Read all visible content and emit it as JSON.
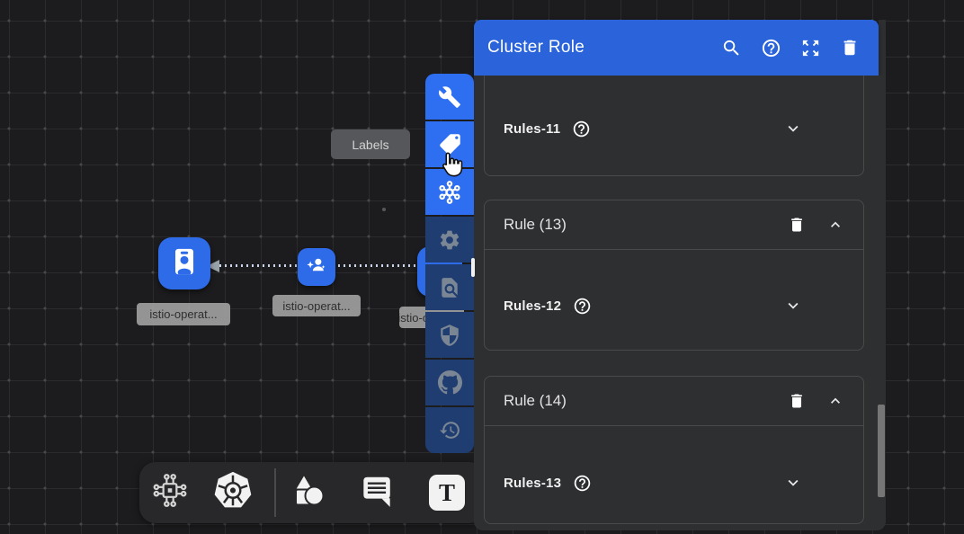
{
  "colors": {
    "header_blue": "#2a63da",
    "toolbar_blue": "#2e6ef0",
    "toolbar_navy": "#1f3d70",
    "node_blue": "#2d6be8",
    "panel_bg": "#2e2f31",
    "canvas_bg": "#1c1c1e"
  },
  "panel": {
    "title": "Cluster Role",
    "header_icons": [
      "search",
      "help",
      "expand",
      "delete"
    ],
    "rows": {
      "rules11": {
        "label": "Rules-11"
      },
      "rule13": {
        "label": "Rule (13)"
      },
      "rules12": {
        "label": "Rules-12"
      },
      "rule14": {
        "label": "Rule (14)"
      },
      "rules13": {
        "label": "Rules-13"
      }
    }
  },
  "tooltip": {
    "text": "Labels"
  },
  "canvas_nodes": {
    "node1_label": "istio-operat...",
    "node2_label": "istio-operat...",
    "node3_label": "istio-operat..."
  },
  "vertical_toolbar": {
    "items": [
      "wrench",
      "labels-tag",
      "hub",
      "settings",
      "doc-search",
      "shield",
      "github",
      "history"
    ]
  },
  "bottom_toolbar": {
    "items": [
      "topology",
      "kubernetes",
      "shapes",
      "comment",
      "text"
    ],
    "text_icon_letter": "T"
  }
}
